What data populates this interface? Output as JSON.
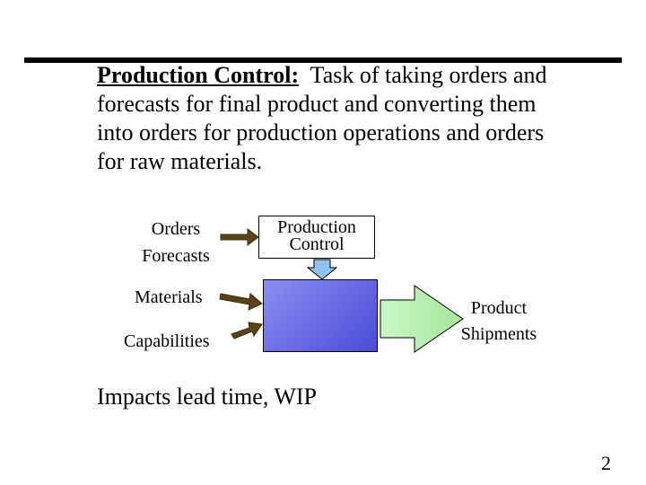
{
  "definition": {
    "term": "Production Control:",
    "text": "Task of taking orders and forecasts for final product and converting them into orders for production operations and orders for raw materials."
  },
  "diagram": {
    "input_top": [
      "Orders",
      "Forecasts"
    ],
    "control_box": [
      "Production",
      "Control"
    ],
    "input_materials": "Materials",
    "input_capabilities": "Capabilities",
    "output": [
      "Product",
      "Shipments"
    ],
    "colors": {
      "input_arrow": "#5c4316",
      "control_arrow": "#8ec3ee",
      "process_fill": "#5557dc",
      "output_arrow": "#b5f0b0"
    }
  },
  "impacts": "Impacts lead time, WIP",
  "page_number": "2"
}
